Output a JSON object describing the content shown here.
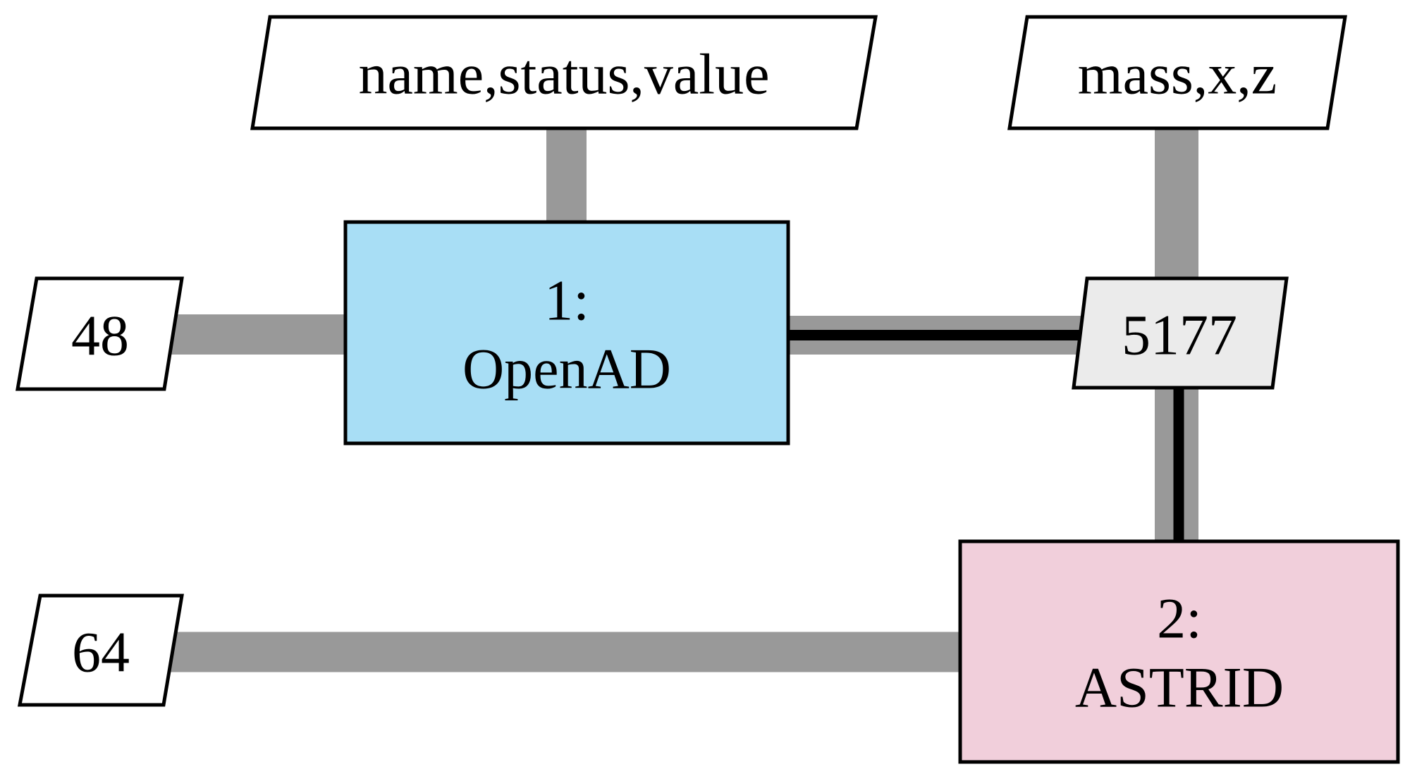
{
  "diagram": {
    "background": "#ffffff",
    "colors": {
      "node_fill_white": "#ffffff",
      "node_fill_blue": "#a8def5",
      "node_fill_pink": "#f1cfdb",
      "node_fill_gray": "#ebebeb",
      "node_border": "#000000",
      "edge_gray": "#999999",
      "edge_black_core": "#000000",
      "label_text": "#000000"
    },
    "nodes": {
      "name_status_value": {
        "label": "name,status,value",
        "shape": "parallelogram"
      },
      "mass_x_z": {
        "label": "mass,x,z",
        "shape": "parallelogram"
      },
      "port_48": {
        "label": "48",
        "shape": "parallelogram"
      },
      "port_64": {
        "label": "64",
        "shape": "parallelogram"
      },
      "port_5177": {
        "label": "5177",
        "shape": "parallelogram"
      },
      "process_1": {
        "label_line1": "1:",
        "label_line2": "OpenAD",
        "shape": "box"
      },
      "process_2": {
        "label_line1": "2:",
        "label_line2": "ASTRID",
        "shape": "box"
      }
    },
    "edges": [
      {
        "from": "name_status_value",
        "to": "process_1",
        "style": "thick-gray"
      },
      {
        "from": "mass_x_z",
        "to": "port_5177",
        "style": "thick-gray"
      },
      {
        "from": "port_48",
        "to": "process_1",
        "style": "thick-gray"
      },
      {
        "from": "process_1",
        "to": "port_5177",
        "style": "thick-gray-with-black-core"
      },
      {
        "from": "port_5177",
        "to": "process_2",
        "style": "thick-gray-with-black-core"
      },
      {
        "from": "port_64",
        "to": "process_2",
        "style": "thick-gray"
      }
    ]
  }
}
